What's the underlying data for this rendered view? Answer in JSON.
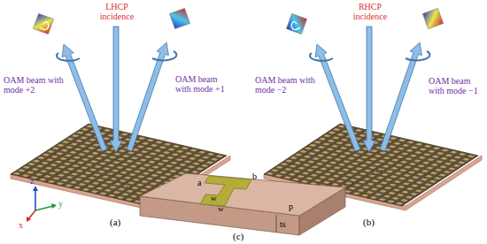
{
  "diagram": {
    "labels": [
      "OAM beam with mode +2",
      "LHCP incidence",
      "OAM beam with mode +1",
      "(a)",
      "OAM beam with mode −2",
      "RHCP incidence",
      "OAM beam with mode −1",
      "(b)",
      "(c)",
      "a",
      "b",
      "w",
      "w",
      "p",
      "ts",
      "z",
      "y",
      "x"
    ]
  }
}
